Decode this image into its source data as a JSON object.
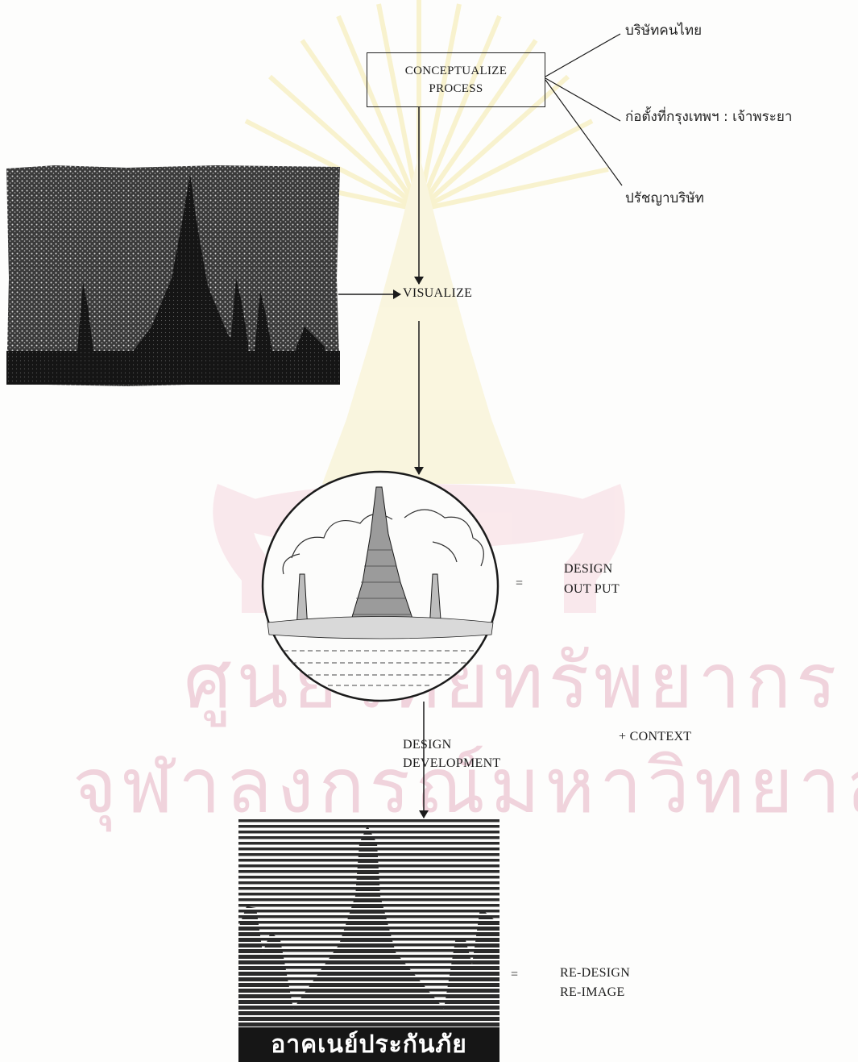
{
  "watermark": {
    "line1": "ศูนย์วิทยทรัพยากร",
    "line2": "จุฬาลงกรณ์มหาวิทยาลัย"
  },
  "process_box": {
    "line1": "CONCEPTUALIZE",
    "line2": "PROCESS"
  },
  "concept_branches": [
    "บริษัทคนไทย",
    "ก่อตั้งที่กรุงเทพฯ : เจ้าพระยา",
    "ปรัชญาบริษัท"
  ],
  "visualize_label": "VISUALIZE",
  "design_output": {
    "equals": "=",
    "line1": "DESIGN",
    "line2": "OUT PUT"
  },
  "design_development": {
    "line1": "DESIGN",
    "line2": "DEVELOPMENT",
    "context": "+ CONTEXT"
  },
  "redesign": {
    "equals": "=",
    "line1": "RE-DESIGN",
    "line2": "RE-IMAGE"
  },
  "brand_logo_text": "อาคเนย์ประกันภัย",
  "colors": {
    "ink": "#1b1b1b",
    "watermark": "#f0d3dc",
    "logo_bar": "#161616"
  }
}
